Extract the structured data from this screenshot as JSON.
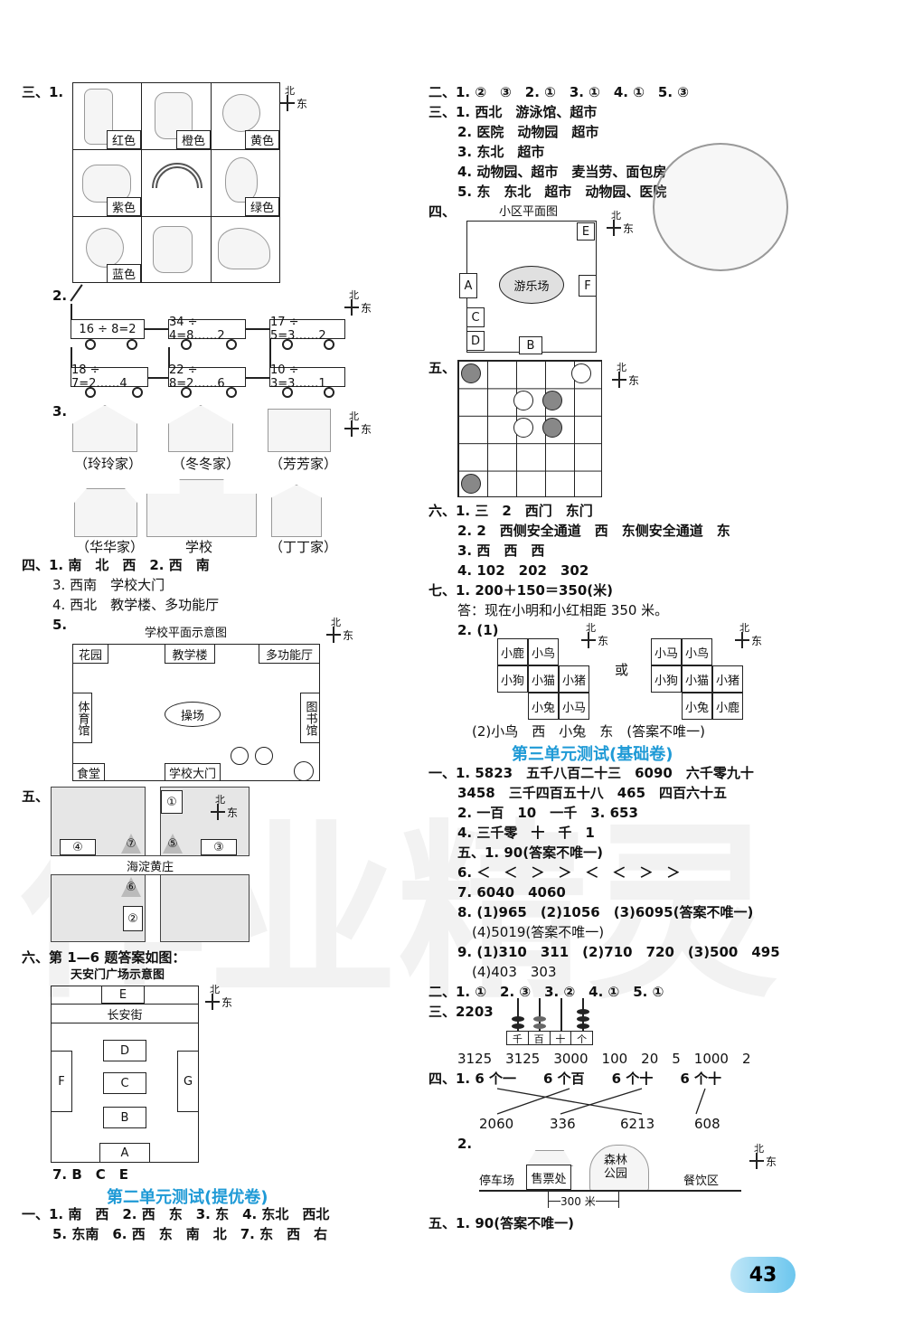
{
  "left": {
    "s3_label": "三、1.",
    "animal_labels": [
      "红色",
      "橙色",
      "黄色",
      "紫色",
      "绿色",
      "蓝色"
    ],
    "s3_2_label": "2.",
    "trains_top": [
      "16 ÷ 8=2",
      "34 ÷ 4=8……2",
      "17 ÷ 5=3……2"
    ],
    "trains_bottom": [
      "18 ÷ 7=2……4",
      "22 ÷ 8=2……6",
      "10 ÷ 3=3……1"
    ],
    "s3_3_label": "3.",
    "houses": [
      "（玲玲家）",
      "（冬冬家）",
      "（芳芳家）",
      "（华华家）",
      "学校",
      "（丁丁家）"
    ],
    "s4_1": "四、1. 南　北　西　2. 西　南",
    "s4_3": "3. 西南　学校大门",
    "s4_4": "4. 西北　教学楼、多功能厅",
    "s4_5": "5.",
    "school_title": "学校平面示意图",
    "school_places": {
      "garden": "花园",
      "teaching": "教学楼",
      "hall": "多功能厅",
      "gym": "体育馆",
      "library": "图书馆",
      "playground": "操场",
      "canteen": "食堂",
      "gate": "学校大门"
    },
    "s5_label": "五、",
    "map5_road": "海淀黄庄",
    "map5_marks": [
      "①",
      "②",
      "③",
      "④",
      "⑤",
      "⑥",
      "⑦"
    ],
    "s6_label": "六、第 1—6 题答案如图：",
    "tiananmen_title": "天安门广场示意图",
    "tiananmen_street": "长安街",
    "tiananmen_letters": [
      "A",
      "B",
      "C",
      "D",
      "E",
      "F",
      "G"
    ],
    "s6_7": "7. B　C　E",
    "unit2_heading": "第二单元测试(提优卷)",
    "u2_1": "一、1. 南　西　2. 西　东　3. 东　4. 东北　西北",
    "u2_5": "5. 东南　6. 西　东　南　北　7. 东　西　右"
  },
  "right": {
    "r2": "二、1. ②　③　2. ①　3. ①　4. ①　5. ③",
    "r3_1": "三、1. 西北　游泳馆、超市",
    "r3_2": "2. 医院　动物园　超市",
    "r3_3": "3. 东北　超市",
    "r3_4": "4. 动物园、超市　麦当劳、面包房",
    "r3_5": "5. 东　东北　超市　动物园、医院",
    "r4_label": "四、",
    "community_title": "小区平面图",
    "community_center": "游乐场",
    "community_letters": [
      "A",
      "B",
      "C",
      "D",
      "E",
      "F"
    ],
    "r5_label": "五、",
    "r6_1": "六、1. 三　2　西门　东门",
    "r6_2": "2. 2　西侧安全通道　西　东侧安全通道　东",
    "r6_3": "3. 西　西　西",
    "r6_4": "4. 102　202　302",
    "r7_1": "七、1. 200＋150＝350(米)",
    "r7_1_ans": "答：现在小明和小红相距 350 米。",
    "r7_2": "2. (1)",
    "grid1": [
      "小鹿",
      "小鸟",
      "小狗",
      "小猫",
      "小猪",
      "小兔",
      "小马"
    ],
    "or": "或",
    "grid2": [
      "小马",
      "小鸟",
      "小狗",
      "小猫",
      "小猪",
      "小兔",
      "小鹿"
    ],
    "r7_2b": "(2)小鸟　西　小兔　东　(答案不唯一)",
    "unit3_heading": "第三单元测试(基础卷)",
    "u3_1a": "一、1. 5823　五千八百二十三　6090　六千零九十",
    "u3_1b": "3458　三千四百五十八　465　四百六十五",
    "u3_2": "2. 一百　10　一千　3. 653",
    "u3_4": "4. 三千零　十　千　1",
    "u3_5": "五、1. 90(答案不唯一)",
    "u3_6": "6. ＜　＜　＞　＞　＜　＜　＞　＞",
    "u3_7": "7. 6040　4060",
    "u3_8": "8. (1)965　(2)1056　(3)6095(答案不唯一)",
    "u3_8b": "(4)5019(答案不唯一)",
    "u3_9": "9. (1)310　311　(2)710　720　(3)500　495",
    "u3_9b": "(4)403　303",
    "u3_2s": "二、1. ①　2. ③　3. ②　4. ①　5. ①",
    "u3_3": "三、2203",
    "abacus": [
      "千",
      "百",
      "十",
      "个"
    ],
    "u3_3b": "3125　3125　3000　100　20　5　1000　2",
    "u3_4s": "四、1. 6 个一　　6 个百　　6 个十　　6 个十",
    "numbers": [
      "2060",
      "336",
      "6213",
      "608"
    ],
    "u3_4_2": "2.",
    "map_places": {
      "parking": "停车场",
      "ticket": "售票处",
      "forest": "森林\n公园",
      "food": "餐饮区",
      "distance": "300 米"
    },
    "page_number": "43"
  },
  "compass": {
    "north": "北",
    "east": "东"
  }
}
